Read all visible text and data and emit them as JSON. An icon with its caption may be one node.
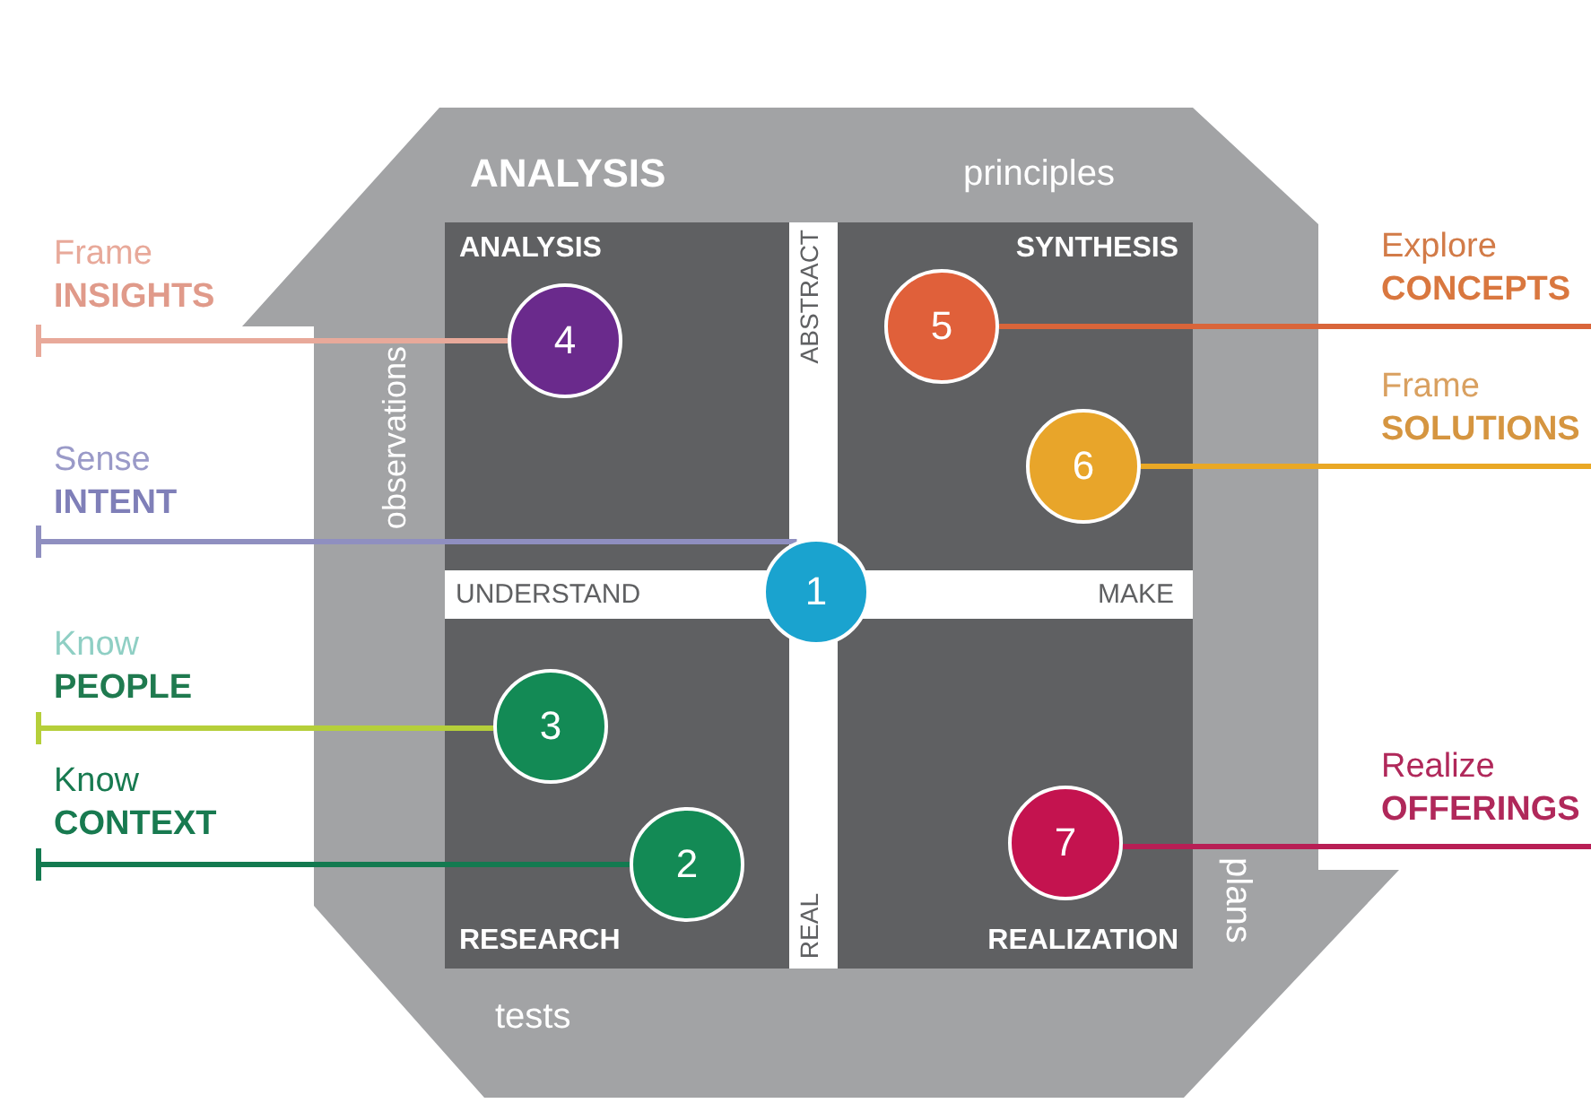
{
  "diagram": {
    "nodes": [
      {
        "text": [
          "ANALYSIS"
        ]
      },
      {
        "text": [
          "4"
        ],
        "in": 0
      },
      {
        "text": [
          "SYNTHESIS"
        ]
      },
      {
        "text": [
          "5"
        ],
        "in": 2
      },
      {
        "text": [
          "6"
        ],
        "in": 2
      },
      {
        "text": [
          "RESEARCH"
        ]
      },
      {
        "text": [
          "3"
        ],
        "in": 5
      },
      {
        "text": [
          "2"
        ],
        "in": 5
      },
      {
        "text": [
          "REALIZATION"
        ]
      },
      {
        "text": [
          "7"
        ],
        "in": 8
      },
      {
        "text": [
          "1"
        ]
      },
      {
        "text": [
          "Frame",
          "INSIGHTS"
        ]
      },
      {
        "text": [
          "Sense",
          "INTENT"
        ]
      },
      {
        "text": [
          "Know",
          "PEOPLE"
        ]
      },
      {
        "text": [
          "Know",
          "CONTEXT"
        ]
      },
      {
        "text": [
          "Explore",
          "CONCEPTS"
        ]
      },
      {
        "text": [
          "Frame",
          "SOLUTIONS"
        ]
      },
      {
        "text": [
          "Realize",
          "OFFERINGS"
        ]
      }
    ],
    "edges": [
      {
        "from": 11,
        "to": 1,
        "arrow": "other",
        "color": "#e8a99a"
      },
      {
        "from": 12,
        "to": 10,
        "arrow": "other",
        "color": "#8f8fc0"
      },
      {
        "from": 13,
        "to": 6,
        "arrow": "other",
        "color": "#b5cf3a"
      },
      {
        "from": 14,
        "to": 7,
        "arrow": "other",
        "color": "#137a50"
      },
      {
        "from": 15,
        "to": 3,
        "arrow": "none",
        "color": "#d9653a"
      },
      {
        "from": 16,
        "to": 4,
        "arrow": "none",
        "color": "#e9a825"
      },
      {
        "from": 17,
        "to": 9,
        "arrow": "none",
        "color": "#b81e55"
      }
    ],
    "labels": [
      "ANALYSIS",
      "principles",
      "observations",
      "ABSTRACT",
      "UNDERSTAND",
      "MAKE",
      "plans",
      "REAL",
      "tests"
    ]
  }
}
